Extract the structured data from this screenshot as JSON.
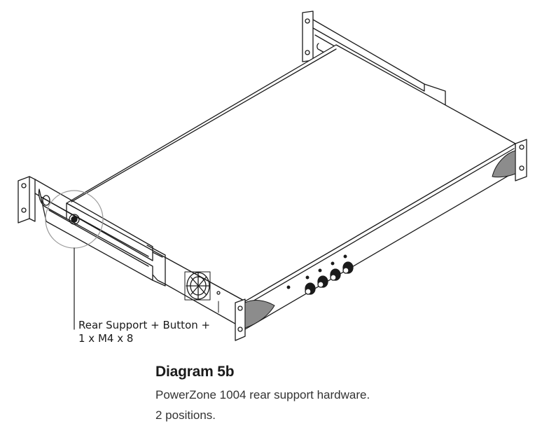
{
  "diagram": {
    "callout": {
      "line1": "Rear Support + Button +",
      "line2": "1 x M4 x 8"
    }
  },
  "caption": {
    "title": "Diagram 5b",
    "line1": "PowerZone 1004 rear support hardware.",
    "line2": "2 positions."
  },
  "colors": {
    "line": "#1a1a1a",
    "bezel_gray": "#8c8c8c",
    "detail_circle": "#9a9a9a"
  }
}
